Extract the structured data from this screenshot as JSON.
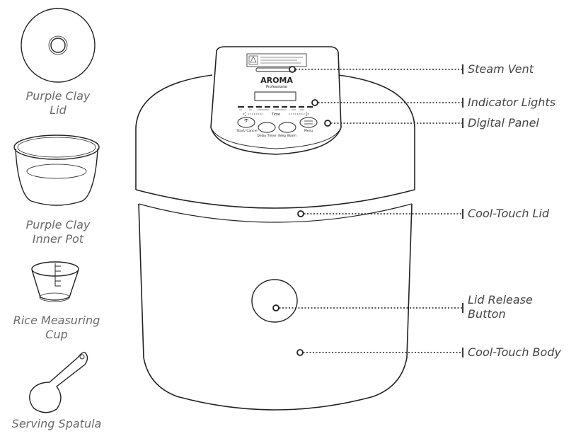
{
  "accessories": [
    {
      "name": "purple-clay-lid",
      "label": "Purple Clay\nLid"
    },
    {
      "name": "purple-clay-inner-pot",
      "label": "Purple Clay\nInner Pot"
    },
    {
      "name": "rice-measuring-cup",
      "label": "Rice Measuring\nCup"
    },
    {
      "name": "serving-spatula",
      "label": "Serving Spatula"
    }
  ],
  "callouts": [
    {
      "name": "steam-vent",
      "label": "Steam Vent"
    },
    {
      "name": "indicator-lights",
      "label": "Indicator Lights"
    },
    {
      "name": "digital-panel",
      "label": "Digital Panel"
    },
    {
      "name": "cool-touch-lid",
      "label": "Cool-Touch Lid"
    },
    {
      "name": "lid-release-button",
      "label": "Lid Release\nButton"
    },
    {
      "name": "cool-touch-body",
      "label": "Cool-Touch Body"
    }
  ],
  "panel": {
    "brand": "AROMA",
    "brand_sub": "Professional",
    "time_label": "Time",
    "buttons": [
      "Start/ Cancel",
      "Delay Timer",
      "Keep Warm",
      "Menu"
    ]
  }
}
